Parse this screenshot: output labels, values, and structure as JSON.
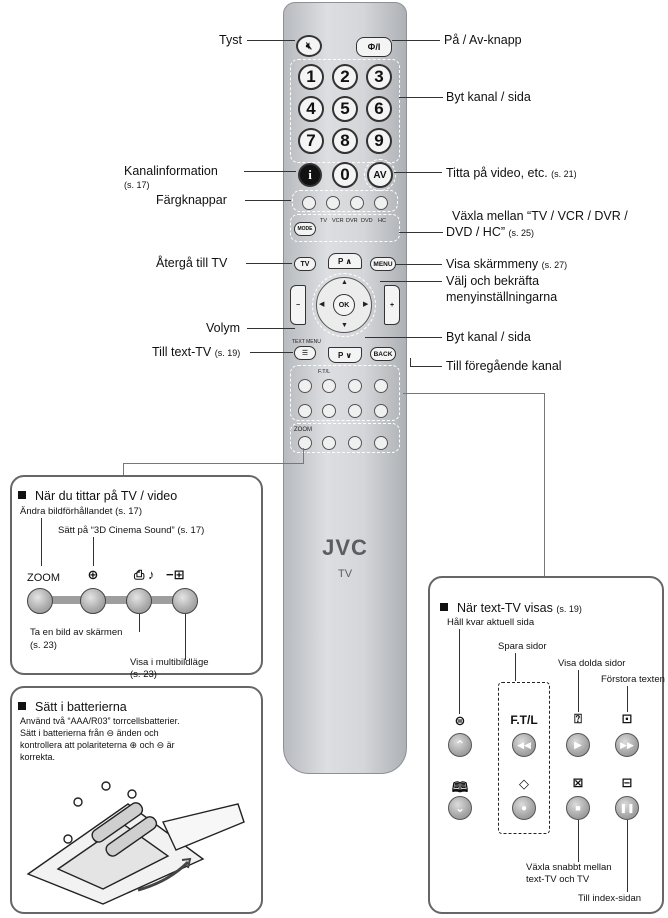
{
  "remote": {
    "brand": "JVC",
    "model": "TV",
    "power_label": "Ф/I",
    "mute_symbol": "🔇",
    "digits": [
      "1",
      "2",
      "3",
      "4",
      "5",
      "6",
      "7",
      "8",
      "9"
    ],
    "info_symbol": "i",
    "zero": "0",
    "av": "AV",
    "mode": "MODE",
    "mode_sources": [
      "TV",
      "VCR",
      "DVR",
      "DVD",
      "HC"
    ],
    "tv_button": "TV",
    "menu_button": "MENU",
    "ok_button": "OK",
    "back_button": "BACK",
    "zoom_button": "ZOOM",
    "text_menu": "TEXT MENU",
    "ftl": "F.T/L"
  },
  "callouts": {
    "mute": "Tyst",
    "power": "På / Av-knapp",
    "channel_page_top": "Byt kanal / sida",
    "channel_info": "Kanalinformation",
    "channel_info_ref": "(s. 17)",
    "color_buttons": "Färgknappar",
    "watch_video": "Titta på video, etc.",
    "watch_video_ref": "(s. 21)",
    "switch_mode_line1": "Växla mellan “TV / VCR / DVR /",
    "switch_mode_line2": "DVD / HC”",
    "switch_mode_ref": "(s. 25)",
    "return_tv": "Återgå till TV",
    "show_menu": "Visa skärmmeny",
    "show_menu_ref": "(s. 27)",
    "select_confirm_line1": "Välj och bekräfta",
    "select_confirm_line2": "menyinställningarna",
    "volume": "Volym",
    "text_tv": "Till text-TV",
    "text_tv_ref": "(s. 19)",
    "channel_page_bottom": "Byt kanal / sida",
    "previous_channel": "Till föregående kanal"
  },
  "panel_tv": {
    "title": "När du tittar på TV / video",
    "aspect": "Ändra bildförhållandet (s. 17)",
    "cinema": "Sätt på “3D Cinema Sound” (s. 17)",
    "zoom": "ZOOM",
    "snapshot_line1": "Ta en bild av skärmen",
    "snapshot_line2": "(s. 23)",
    "multi_line1": "Visa i multibildläge",
    "multi_line2": "(s. 23)"
  },
  "panel_batt": {
    "title": "Sätt i batterierna",
    "line1": "Använd två “AAA/R03” torrcellsbatterier.",
    "line2": "Sätt i batterierna från ⊖ änden och",
    "line3": "kontrollera att polariteterna ⊕ och ⊖ är",
    "line4": "korrekta."
  },
  "panel_text": {
    "title": "När text-TV visas",
    "title_ref": "(s. 19)",
    "hold": "Håll kvar aktuell sida",
    "save": "Spara sidor",
    "hidden": "Visa dolda sidor",
    "enlarge": "Förstora texten",
    "ftl": "F.T/L",
    "quick_line1": "Växla snabbt mellan",
    "quick_line2": "text-TV och TV",
    "index": "Till index-sidan"
  }
}
